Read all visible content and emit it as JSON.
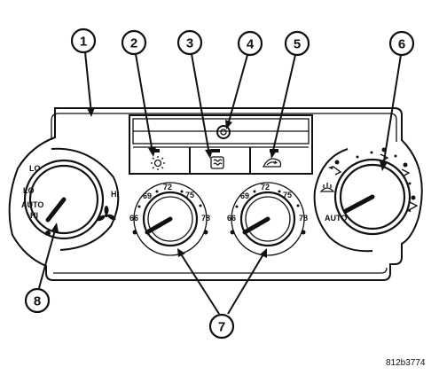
{
  "callouts": [
    "1",
    "2",
    "3",
    "4",
    "5",
    "6",
    "7",
    "8"
  ],
  "fan_dial": {
    "labels": [
      "LO",
      "LO",
      "AUTO",
      "HI",
      "HI"
    ]
  },
  "temp_dial_left": {
    "labels": [
      "66",
      "69",
      "72",
      "75",
      "78"
    ]
  },
  "temp_dial_right": {
    "labels": [
      "66",
      "69",
      "72",
      "75",
      "78"
    ]
  },
  "mode_dial": {
    "labels": [
      "AUTO"
    ]
  },
  "figure_code": "812b3774",
  "icons": [
    "sun-sensor-icon",
    "rear-defrost-icon",
    "recirculation-icon",
    "fan-icon",
    "front-defrost-icon",
    "face-vent-icon",
    "floor-vent-icon"
  ]
}
